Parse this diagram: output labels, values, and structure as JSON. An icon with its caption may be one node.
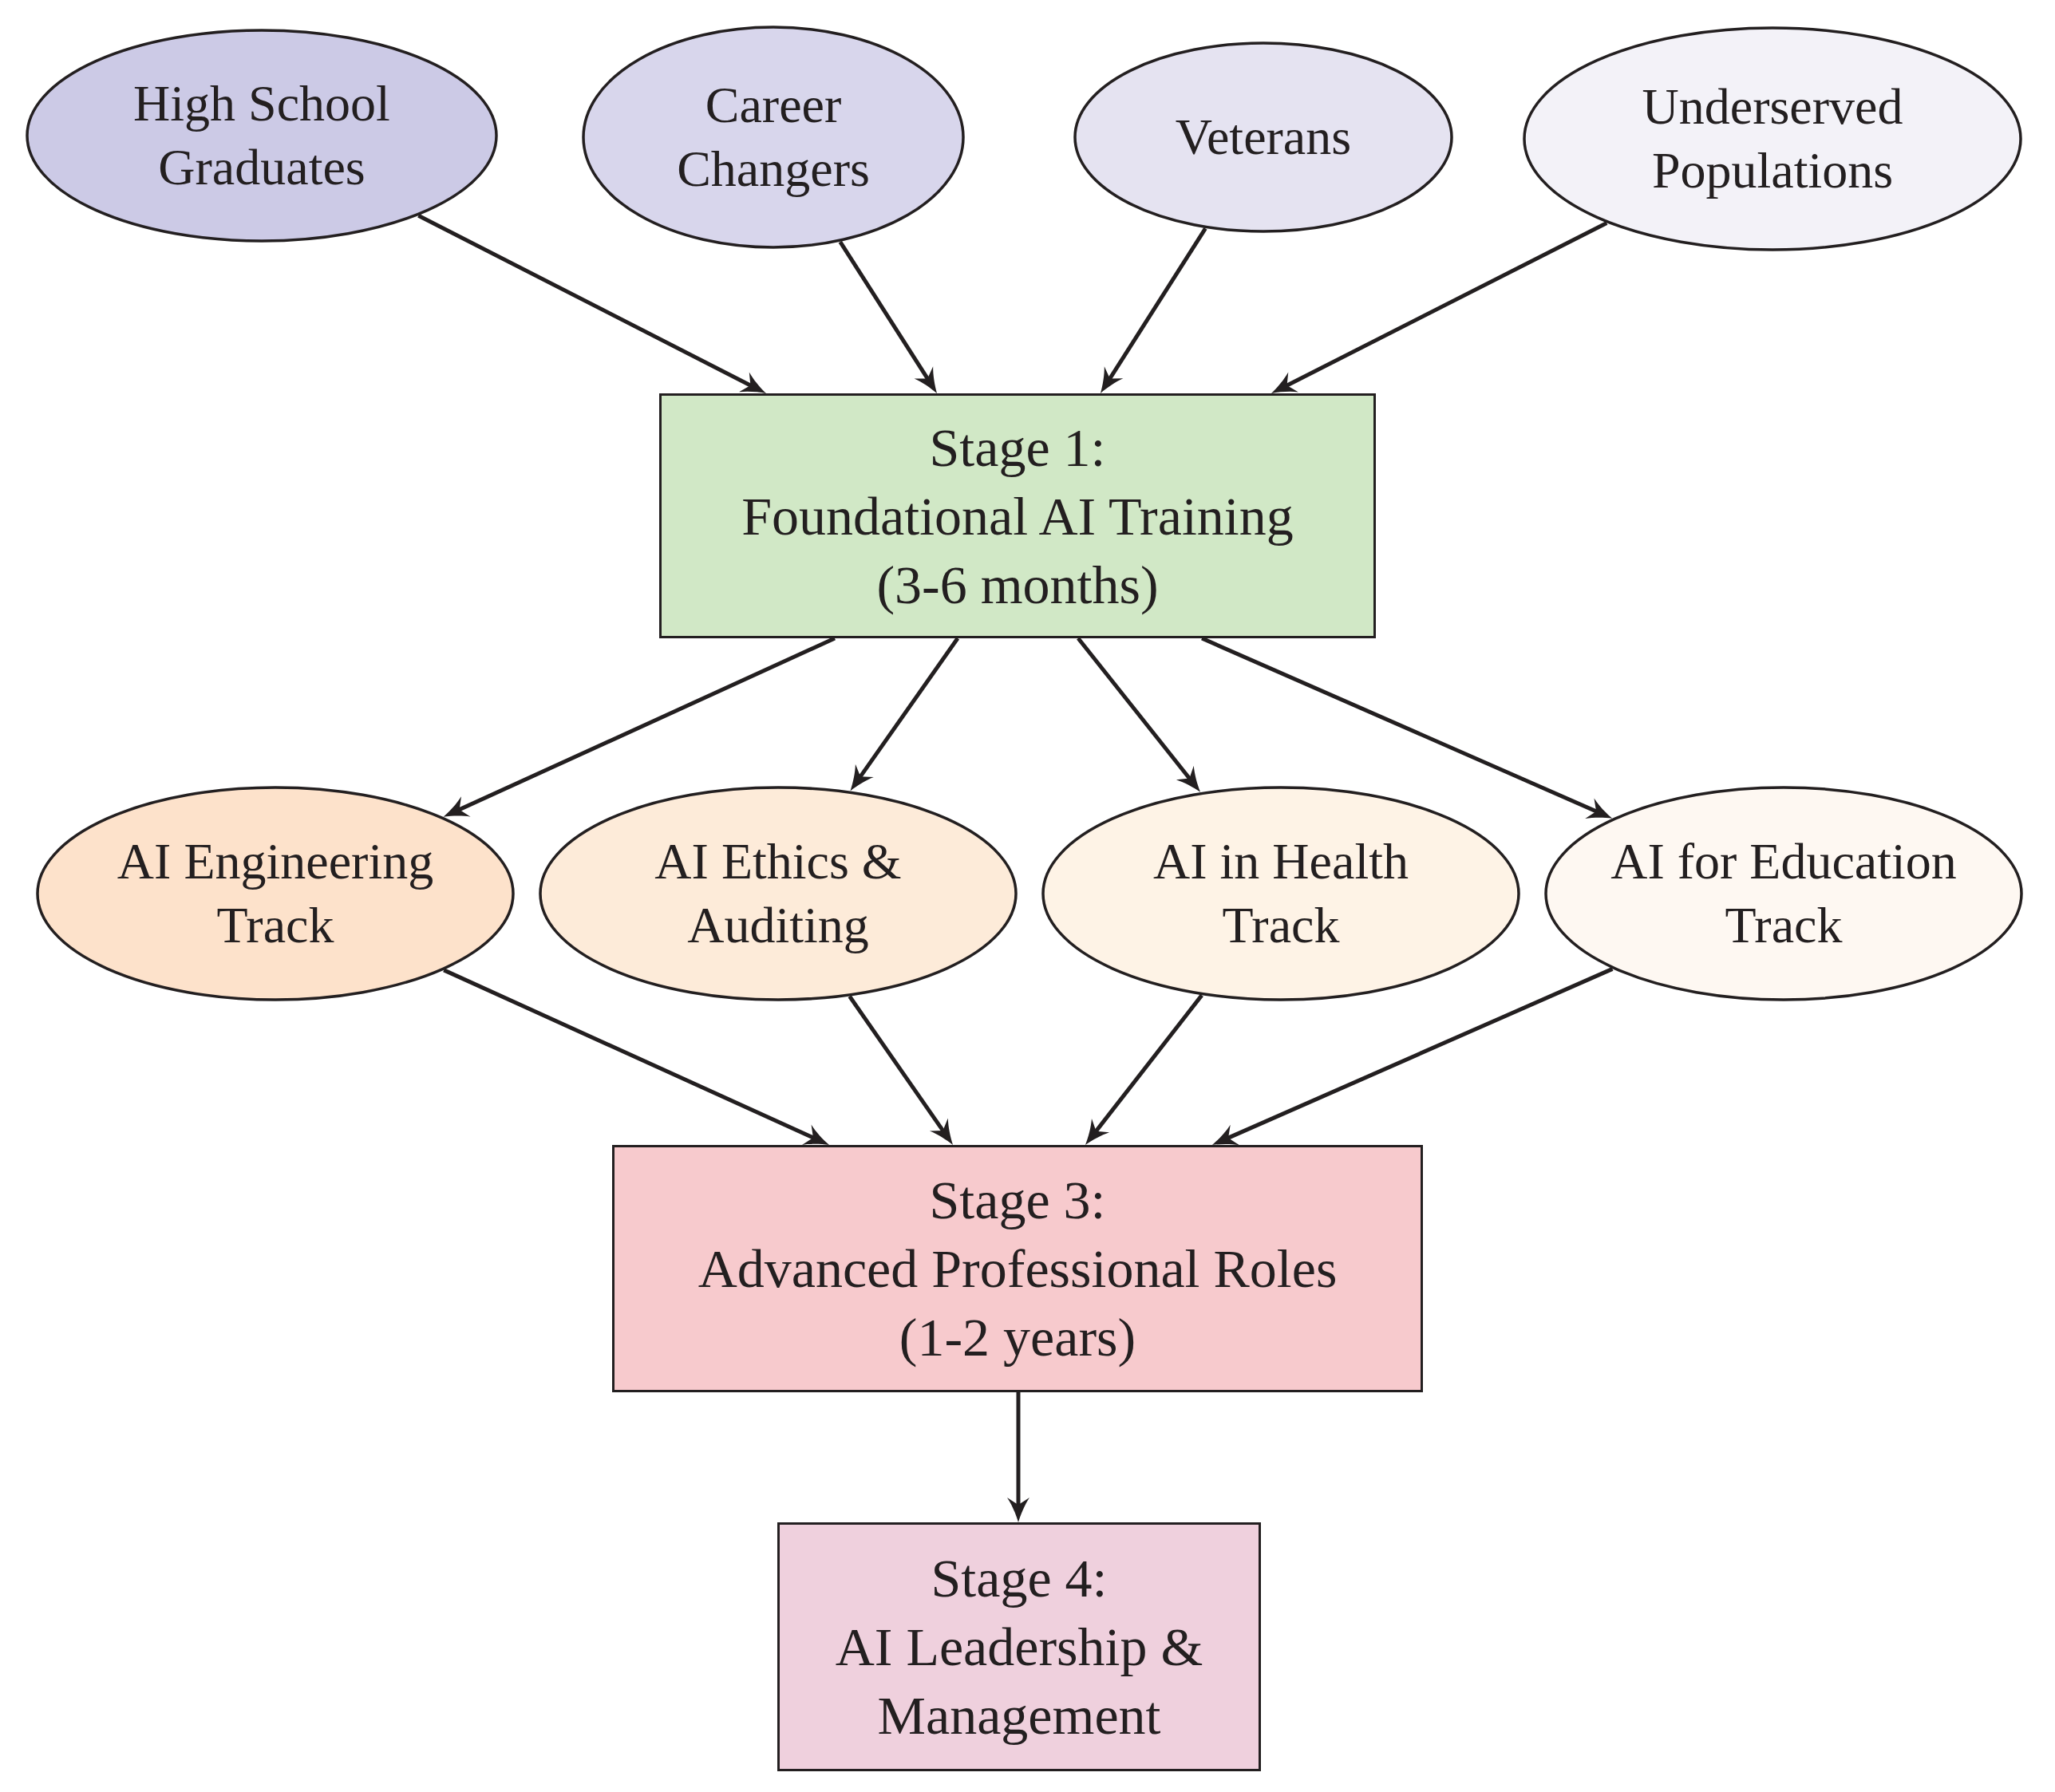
{
  "diagram": {
    "nodes": [
      {
        "text": [
          "High School Graduates"
        ]
      },
      {
        "text": [
          "Career Changers"
        ]
      },
      {
        "text": [
          "Veterans"
        ]
      },
      {
        "text": [
          "Underserved Populations"
        ]
      },
      {
        "text": [
          "Stage 1:",
          "Foundational AI Training",
          "(3-6 months)"
        ]
      },
      {
        "text": [
          "AI Engineering Track"
        ]
      },
      {
        "text": [
          "AI Ethics & Auditing"
        ]
      },
      {
        "text": [
          "AI in Health Track"
        ]
      },
      {
        "text": [
          "AI for Education Track"
        ]
      },
      {
        "text": [
          "Stage 3:",
          "Advanced Professional Roles",
          "(1-2 years)"
        ]
      },
      {
        "text": [
          "Stage 4:",
          "AI Leadership & Management"
        ]
      }
    ],
    "edges": [
      {
        "from": 0,
        "to": 4,
        "arrow": "to"
      },
      {
        "from": 1,
        "to": 4,
        "arrow": "to"
      },
      {
        "from": 2,
        "to": 4,
        "arrow": "to"
      },
      {
        "from": 3,
        "to": 4,
        "arrow": "to"
      },
      {
        "from": 4,
        "to": 5,
        "arrow": "to"
      },
      {
        "from": 4,
        "to": 6,
        "arrow": "to"
      },
      {
        "from": 4,
        "to": 7,
        "arrow": "to"
      },
      {
        "from": 4,
        "to": 8,
        "arrow": "to"
      },
      {
        "from": 5,
        "to": 9,
        "arrow": "to"
      },
      {
        "from": 6,
        "to": 9,
        "arrow": "to"
      },
      {
        "from": 7,
        "to": 9,
        "arrow": "to"
      },
      {
        "from": 8,
        "to": 9,
        "arrow": "to"
      },
      {
        "from": 9,
        "to": 10,
        "arrow": "to"
      }
    ]
  }
}
